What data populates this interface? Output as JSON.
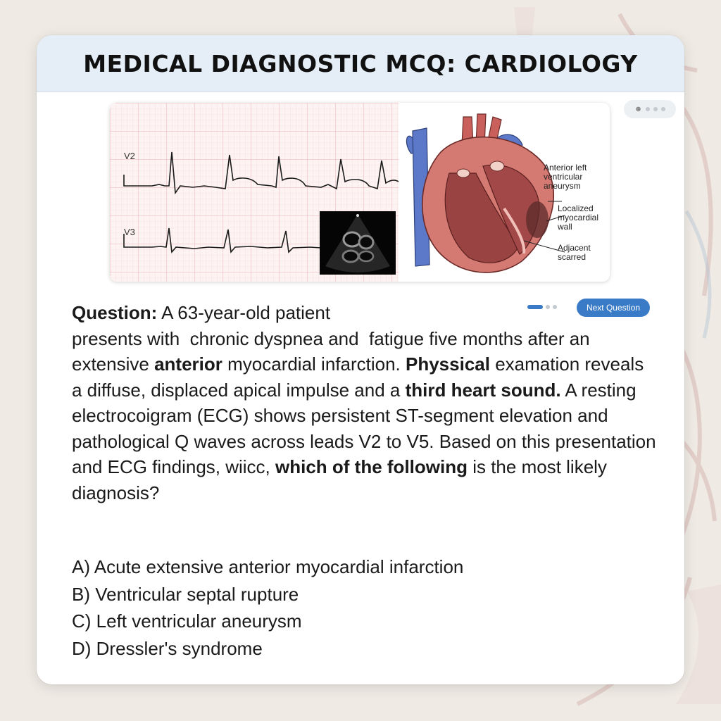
{
  "title": "MEDICAL DIAGNOSTIC MCQ: CARDIOLOGY",
  "figure": {
    "ecg_leads": [
      "V2",
      "V3"
    ],
    "annotations": [
      "Anterior left\nventricular\naneurysm",
      "Localized\nmyocardial\nwall",
      "Adjacent\nscarred"
    ]
  },
  "question": {
    "label": "Question:",
    "line1": "A 63-year-old patient",
    "segments": [
      {
        "text": "presents with  chronic dyspnea and  fatigue five months after an extensive ",
        "bold": false
      },
      {
        "text": "anterior",
        "bold": true
      },
      {
        "text": " myocardial infarction. ",
        "bold": false
      },
      {
        "text": "Physsical",
        "bold": true
      },
      {
        "text": " examation reveals a diffuse, displaced apical impulse and a ",
        "bold": false
      },
      {
        "text": "third heart sound.",
        "bold": true
      },
      {
        "text": " A resting electrocoigram (ECG) shows persistent ST-segment elevation and pathological Q waves across leads V2 to V5. Based on this presentation and ECG findings, wiicc, ",
        "bold": false
      },
      {
        "text": "which of the following",
        "bold": true
      },
      {
        "text": " is the most likely diagnosis?",
        "bold": false
      }
    ]
  },
  "options": [
    {
      "label": "A) Acute extensive anterior myocardial infarction"
    },
    {
      "label": "B) Ventricular septal rupture"
    },
    {
      "label": "C) Left ventricular aneurysm"
    },
    {
      "label": "D) Dressler's syndrome"
    }
  ],
  "next_button": "Next Question",
  "icons": {
    "image_indicator": "person-icon"
  },
  "colors": {
    "accent": "#3a7bc8",
    "header_bg": "#e5eef6",
    "ecg_grid": "#f3c5c9",
    "heart_red": "#b5504f",
    "vein_blue": "#5b78c9"
  }
}
